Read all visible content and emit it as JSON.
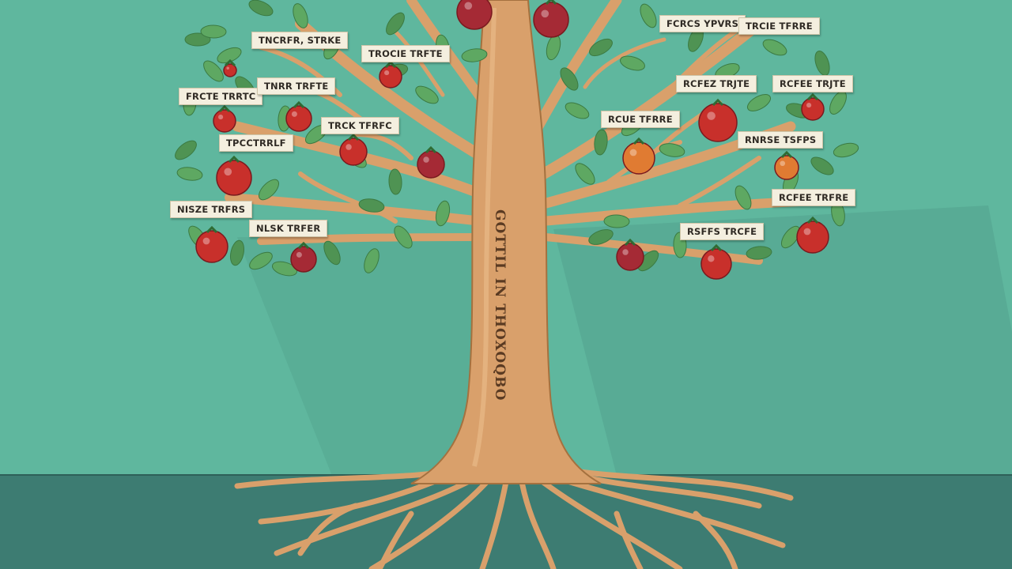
{
  "colors": {
    "background": "#5fb79e",
    "ground": "#3d7c72",
    "wood": "#d9a06b",
    "leaf": "#5b9e5e",
    "fruit_red": "#c8302b",
    "fruit_orange": "#e07b32",
    "label_bg": "#f4efdf"
  },
  "trunk_label": "GOTTIL IN THOXOQBO",
  "labels": [
    {
      "id": "l1",
      "text": "TNCRFR, STRKE"
    },
    {
      "id": "l2",
      "text": "TROCIE TRFTE"
    },
    {
      "id": "l3",
      "text": "FRCTE TRRTC"
    },
    {
      "id": "l4",
      "text": "TNRR TRFTE"
    },
    {
      "id": "l5",
      "text": "TRCK TFRFC"
    },
    {
      "id": "l6",
      "text": "TPCCTRRLF"
    },
    {
      "id": "l7",
      "text": "NISZE TRFRS"
    },
    {
      "id": "l8",
      "text": "NLSK TRFER"
    },
    {
      "id": "l9",
      "text": "FCRCS YPVRS"
    },
    {
      "id": "l10",
      "text": "TRCIE TFRRE"
    },
    {
      "id": "l11",
      "text": "RCFEZ TRJTE"
    },
    {
      "id": "l12",
      "text": "RCFEE TRJTE"
    },
    {
      "id": "l13",
      "text": "RCUE TFRRE"
    },
    {
      "id": "l14",
      "text": "RNRSE TSFPS"
    },
    {
      "id": "l15",
      "text": "RCFEE TRFRE"
    },
    {
      "id": "l16",
      "text": "RSFFS TRCFE"
    }
  ]
}
